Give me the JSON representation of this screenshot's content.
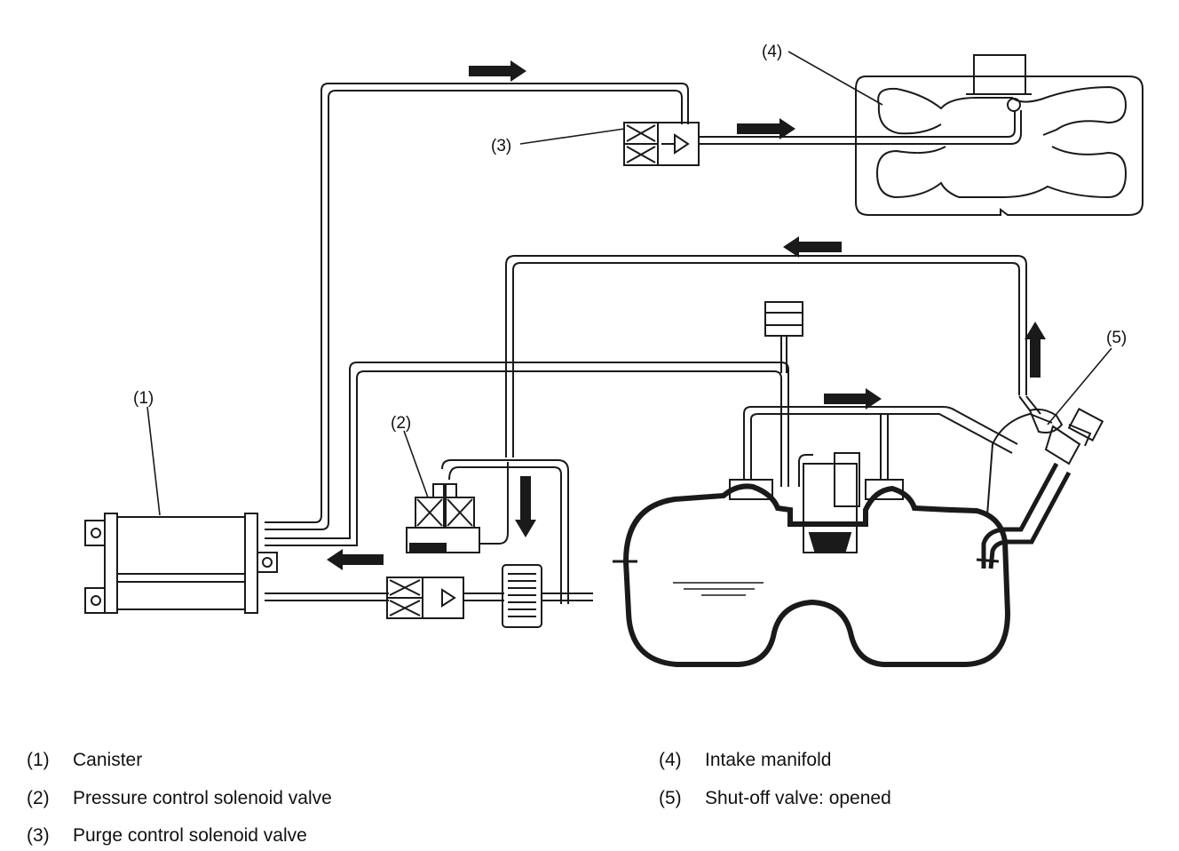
{
  "callouts": {
    "c1": "(1)",
    "c2": "(2)",
    "c3": "(3)",
    "c4": "(4)",
    "c5": "(5)"
  },
  "legend": [
    {
      "num": "(1)",
      "label": "Canister"
    },
    {
      "num": "(2)",
      "label": "Pressure control solenoid valve"
    },
    {
      "num": "(3)",
      "label": "Purge control solenoid valve"
    },
    {
      "num": "(4)",
      "label": "Intake manifold"
    },
    {
      "num": "(5)",
      "label": "Shut-off valve: opened"
    }
  ],
  "colors": {
    "line": "#1a1a1a",
    "background": "#ffffff"
  }
}
